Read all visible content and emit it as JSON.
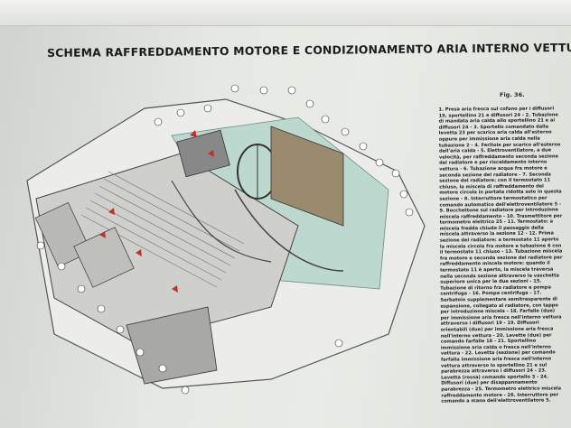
{
  "title": "SCHEMA RAFFREDDAMENTO MOTORE E CONDIZIONAMENTO ARIA INTERNO VETTURA",
  "figure_label": "Fig. 36.",
  "legend_text": "1. Presa aria fresca sul cofano per i diffusori 19, sportellino 21 e diffusori 24 - 2. Tubazione di mandata aria calda allo sportellino 21 e ai diffusori 24 - 3. Sportello comandato dalla levetta 23 per scarico aria calda all'esterno oppure per immissione aria calda nella tubazione 2 - 4. Feritoie per scarico all'esterno dell'aria calda - 5. Elettroventilatore, a due velocità, per raffreddamento seconda sezione del radiatore e per riscaldamento interno vettura - 6. Tubazione acqua fra motore e seconda sezione del radiatore - 7. Seconda sezione del radiatore: con il termostato 11 chiuso, la miscela di raffreddamento del motore circola in portata ridotta solo in questa sezione - 8. Interruttore termostatico per comando automatico dell'elettroventilatore 5 - 9. Bocchettone sul radiatore per introduzione miscela raffreddamento - 10. Trasmettitore per termometro elettrico 25 - 11. Termostato: a miscela fredda chiude il passaggio della miscela attraverso la sezione 12 - 12. Prima sezione del radiatore: a termostato 11 aperto la miscela circola fra motore e tubazione 6 con il termostato 11 chiuso - 13. Tubazione miscela fra motore e seconda sezione del radiatore per raffreddamento miscela motore: quando il termostato 11 è aperto, la miscela traversa nella seconda sezione attraverso la vaschetta superiore unica per le due sezioni - 15. Tubazione di ritorno fra radiatore e pompa centrifuga - 16. Pompa centrifuga - 17. Serbatoio supplementare semitrasparente di espansione, collegato al radiatore, con tappo per introduzione miscela - 18. Farfalle (due) per immissione aria fresca nell'interno vettura attraverso i diffusori 19 - 19. Diffusori orientabili (due) per immissione aria fresca nell'interno vettura - 20. Levette (due) per comando farfalle 18 - 21. Sportellino immissione aria calda o fresca nell'interno vettura - 22. Levetta (sezione) per comando farfalla immissione aria fresca nell'interno vettura attraverso lo sportellino 21 e sul parabrezza attraverso i diffusori 24 - 23. Levetta (rossa) comando sportello 3 - 24. Diffusori (due) per disappannamento parabrezza - 25. Termometro elettrico miscela raffreddamento motore - 26. Interruttore per comando a mano dell'elettroventilatore 5."
}
